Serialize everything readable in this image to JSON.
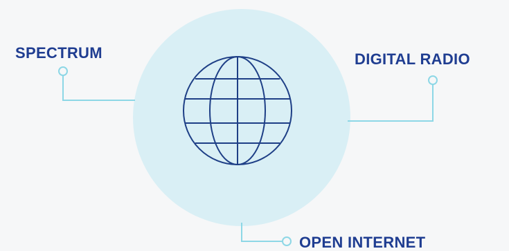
{
  "labels": {
    "spectrum": "SPECTRUM",
    "digital_radio": "DIGITAL RADIO",
    "open_internet": "OPEN INTERNET"
  },
  "colors": {
    "background": "#f6f7f8",
    "circle": "#d9eff5",
    "connector": "#8dd7e6",
    "globe": "#1e3f86",
    "label": "#1f3d91"
  },
  "icons": {
    "center": "globe-icon"
  }
}
